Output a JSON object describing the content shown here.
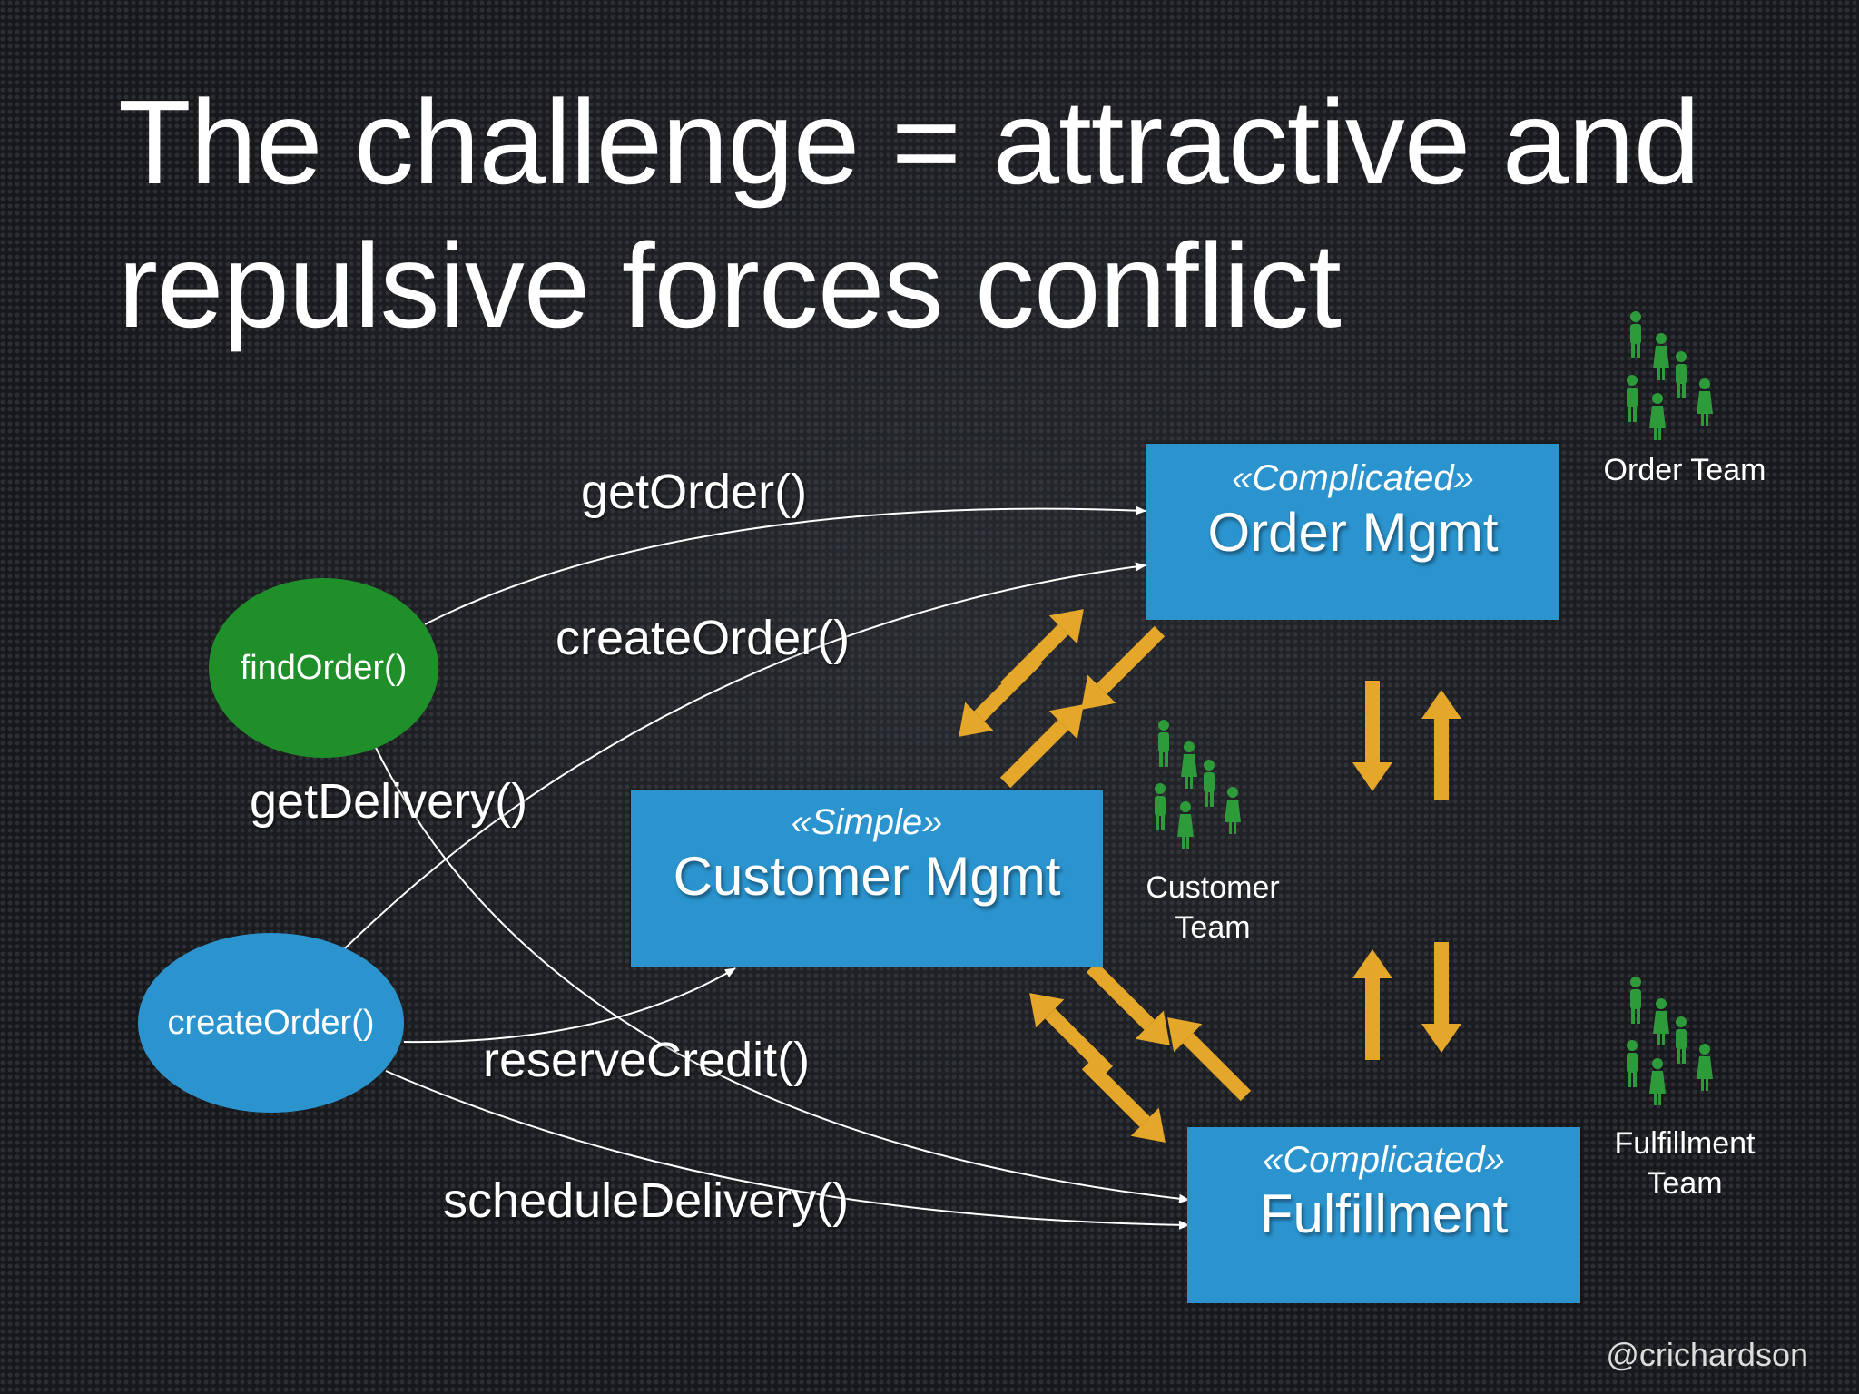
{
  "slide": {
    "title_line1": "The challenge = attractive and",
    "title_line2": "repulsive forces conflict",
    "credit": "@crichardson"
  },
  "services": {
    "order": {
      "stereotype": "«Complicated»",
      "name": "Order Mgmt"
    },
    "customer": {
      "stereotype": "«Simple»",
      "name": "Customer Mgmt"
    },
    "fulfillment": {
      "stereotype": "«Complicated»",
      "name": "Fulfillment"
    }
  },
  "operations": {
    "find_order": "findOrder()",
    "create_order": "createOrder()"
  },
  "calls": {
    "get_order": "getOrder()",
    "create_order": "createOrder()",
    "get_delivery": "getDelivery()",
    "reserve_credit": "reserveCredit()",
    "schedule_delivery": "scheduleDelivery()"
  },
  "teams": {
    "order": "Order Team",
    "customer_line1": "Customer",
    "customer_line2": "Team",
    "fulfillment_line1": "Fulfillment",
    "fulfillment_line2": "Team"
  },
  "colors": {
    "service_box": "#2b94cf",
    "find_order_oval": "#1f8f2a",
    "create_order_oval": "#2b94cf",
    "force_arrow": "#e5a72a",
    "team_icon": "#2e9b3a"
  },
  "icons": {
    "team": "people-group-icon",
    "force": "double-arrow-icon"
  }
}
